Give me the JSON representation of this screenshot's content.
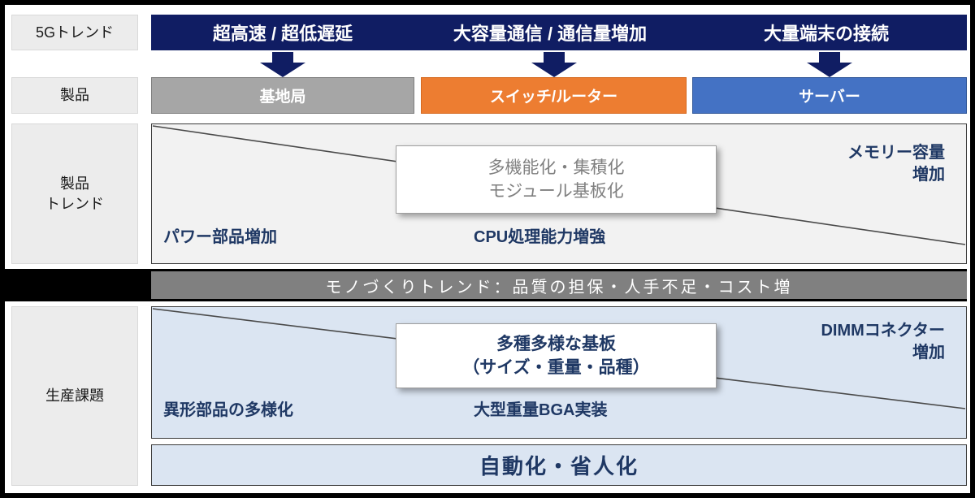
{
  "palette": {
    "navy": "#101d63",
    "navy_text": "#1f3864",
    "orange": "#ed7d31",
    "blue": "#4472c4",
    "gray_product": "#a6a6a6",
    "gray_bar": "#808080",
    "panel_gray": "#f2f2f2",
    "panel_blue": "#dbe5f2"
  },
  "left_column": {
    "trend_label": "5Gトレンド",
    "product_label": "製品",
    "product_trend_label": "製品\nトレンド",
    "production_label": "生産課題"
  },
  "trend_bar": {
    "items": [
      "超高速 / 超低遅延",
      "大容量通信 / 通信量増加",
      "大量端末の接続"
    ]
  },
  "products": [
    {
      "label": "基地局"
    },
    {
      "label": "スイッチ/ルーター"
    },
    {
      "label": "サーバー"
    }
  ],
  "product_trend": {
    "callout": "多機能化・集積化\nモジュール基板化",
    "top_right": "メモリー容量\n増加",
    "bottom_left": "パワー部品増加",
    "bottom_center": "CPU処理能力増強"
  },
  "manufacturing_bar": {
    "text": "モノづくりトレンド：品質の担保・人手不足・コスト増"
  },
  "production_issues": {
    "callout": "多種多様な基板\n（サイズ・重量・品種）",
    "top_right": "DIMMコネクター\n増加",
    "bottom_left": "異形部品の多様化",
    "bottom_center": "大型重量BGA実装"
  },
  "bottom_bar": {
    "text": "自動化・省人化"
  }
}
